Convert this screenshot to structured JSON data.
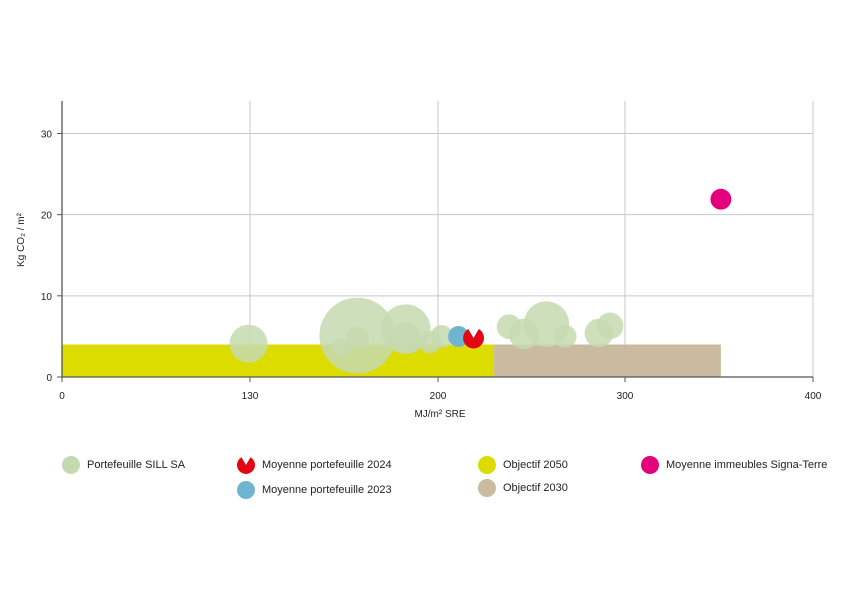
{
  "chart_data": {
    "type": "scatter",
    "xlabel": "MJ/m² SRE",
    "ylabel": "Kg CO₂ / m²",
    "x_ticks": [
      0,
      130,
      200,
      300,
      400
    ],
    "y_ticks": [
      0,
      10,
      20,
      30
    ],
    "ylim": [
      0,
      34
    ],
    "grid": true,
    "regions": [
      {
        "name": "Objectif 2050",
        "x": [
          0,
          230
        ],
        "y": [
          0,
          4
        ],
        "color": "#dcdc00"
      },
      {
        "name": "Objectif 2030",
        "x": [
          230,
          351
        ],
        "y": [
          0,
          4
        ],
        "color": "#c9baa0"
      }
    ],
    "series": [
      {
        "name": "Portefeuille SILL SA",
        "color": "#c5d9b0",
        "shape": "circle",
        "points": [
          {
            "x": 129,
            "y": 4.1,
            "size": 1.0
          },
          {
            "x": 164,
            "y": 3.6,
            "size": 0.5
          },
          {
            "x": 170,
            "y": 5.1,
            "size": 2.0
          },
          {
            "x": 170,
            "y": 4.8,
            "size": 0.6
          },
          {
            "x": 188,
            "y": 5.9,
            "size": 1.3
          },
          {
            "x": 188,
            "y": 4.8,
            "size": 0.8
          },
          {
            "x": 197,
            "y": 4.3,
            "size": 0.6
          },
          {
            "x": 202,
            "y": 5.0,
            "size": 0.6
          },
          {
            "x": 238,
            "y": 6.2,
            "size": 0.65
          },
          {
            "x": 246,
            "y": 5.3,
            "size": 0.8
          },
          {
            "x": 258,
            "y": 6.5,
            "size": 1.2
          },
          {
            "x": 268,
            "y": 5.0,
            "size": 0.6
          },
          {
            "x": 286,
            "y": 5.4,
            "size": 0.75
          },
          {
            "x": 292,
            "y": 6.3,
            "size": 0.7
          }
        ]
      },
      {
        "name": "Moyenne portefeuille 2023",
        "color": "#6fb4d0",
        "shape": "circle",
        "points": [
          {
            "x": 211,
            "y": 5.0,
            "size": 0.55
          }
        ]
      },
      {
        "name": "Moyenne portefeuille 2024",
        "color": "#e30613",
        "shape": "pacman",
        "points": [
          {
            "x": 219,
            "y": 4.8,
            "size": 0.55
          }
        ]
      },
      {
        "name": "Moyenne immeubles Signa-Terre",
        "color": "#e4007c",
        "shape": "circle",
        "points": [
          {
            "x": 351,
            "y": 21.9,
            "size": 0.55
          }
        ]
      }
    ],
    "legend": [
      {
        "label": "Portefeuille SILL SA",
        "color": "#c5d9b0",
        "shape": "circle"
      },
      {
        "label": "Moyenne portefeuille 2024",
        "color": "#e30613",
        "shape": "pacman"
      },
      {
        "label": "Moyenne portefeuille 2023",
        "color": "#6fb4d0",
        "shape": "circle"
      },
      {
        "label": "Objectif 2050",
        "color": "#dcdc00",
        "shape": "circle"
      },
      {
        "label": "Objectif 2030",
        "color": "#c9baa0",
        "shape": "circle"
      },
      {
        "label": "Moyenne immeubles Signa-Terre",
        "color": "#e4007c",
        "shape": "circle"
      }
    ],
    "legend_placement": "bottom"
  },
  "colors": {
    "axis": "#555555",
    "grid": "#c8c8c8",
    "text": "#222222"
  }
}
